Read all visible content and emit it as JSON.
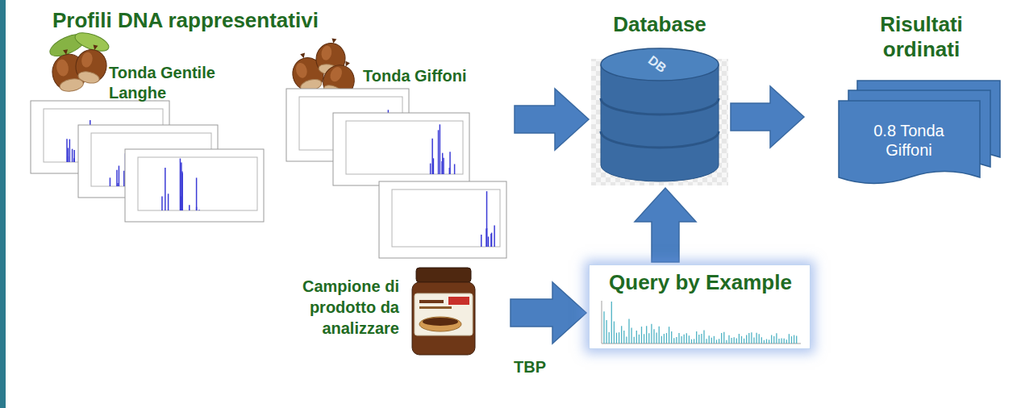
{
  "diagram": {
    "nodes": [
      {
        "text": [
          "Profili DNA rappresentativi"
        ]
      },
      {
        "text": [
          "Tonda Gentile Langhe"
        ],
        "in": 0
      },
      {
        "text": [
          "Tonda Giffoni"
        ],
        "in": 0
      },
      {
        "text": [
          "Database",
          "DB"
        ]
      },
      {
        "text": [
          "Risultati ordinati",
          "0.8 Tonda Giffoni"
        ]
      },
      {
        "text": [
          "Campione di prodotto da analizzare"
        ]
      },
      {
        "text": [
          "Query by Example"
        ]
      }
    ],
    "edges": [
      {
        "from": 0,
        "to": 3,
        "arrow": "to"
      },
      {
        "from": 3,
        "to": 4,
        "arrow": "to"
      },
      {
        "from": 5,
        "to": 6,
        "label": "TBP",
        "arrow": "to"
      },
      {
        "from": 6,
        "to": 3,
        "arrow": "to"
      }
    ]
  }
}
